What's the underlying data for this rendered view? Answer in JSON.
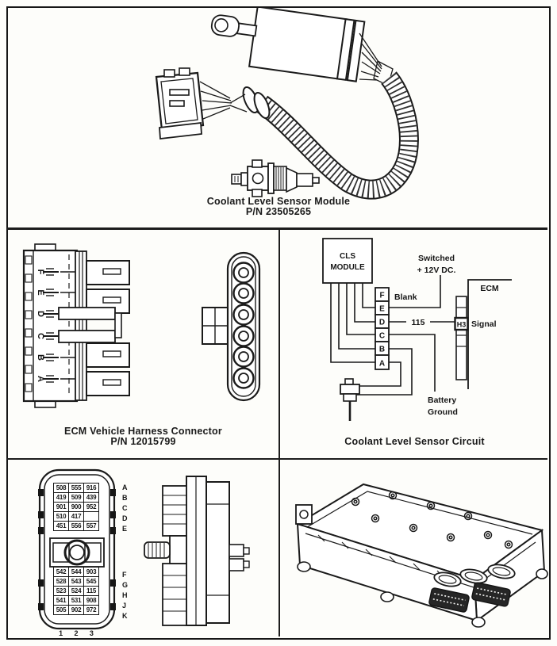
{
  "colors": {
    "ink": "#161616",
    "paper": "#ffffff"
  },
  "panels": {
    "sensor_module": {
      "caption_line1": "Coolant Level Sensor Module",
      "caption_line2": "P/N 23505265"
    },
    "harness_connector": {
      "caption_line1": "ECM Vehicle Harness Connector",
      "caption_line2": "P/N 12015799",
      "pin_letters": [
        "F",
        "E",
        "D",
        "C",
        "B",
        "A"
      ]
    },
    "circuit": {
      "caption": "Coolant Level Sensor Circuit",
      "cls_module_line1": "CLS",
      "cls_module_line2": "MODULE",
      "connector_pins": [
        "F",
        "E",
        "D",
        "C",
        "B",
        "A"
      ],
      "labels": {
        "blank": "Blank",
        "switched_line1": "Switched",
        "switched_line2": "+ 12V DC.",
        "ecm": "ECM",
        "wire_number": "115",
        "ecm_pin": "H3",
        "signal": "Signal",
        "battery_line1": "Battery",
        "battery_line2": "Ground"
      }
    },
    "pinout": {
      "column_labels": [
        "1",
        "2",
        "3"
      ],
      "rows": [
        {
          "letter": "A",
          "values": [
            "508",
            "555",
            "916"
          ]
        },
        {
          "letter": "B",
          "values": [
            "419",
            "509",
            "439"
          ]
        },
        {
          "letter": "C",
          "values": [
            "901",
            "900",
            "952"
          ]
        },
        {
          "letter": "D",
          "values": [
            "510",
            "417",
            ""
          ]
        },
        {
          "letter": "E",
          "values": [
            "451",
            "556",
            "557"
          ]
        },
        {
          "letter": "F",
          "values": [
            "542",
            "544",
            "903"
          ]
        },
        {
          "letter": "G",
          "values": [
            "528",
            "543",
            "545"
          ]
        },
        {
          "letter": "H",
          "values": [
            "523",
            "524",
            "115"
          ]
        },
        {
          "letter": "J",
          "values": [
            "541",
            "531",
            "908"
          ]
        },
        {
          "letter": "K",
          "values": [
            "505",
            "902",
            "972"
          ]
        }
      ]
    }
  }
}
